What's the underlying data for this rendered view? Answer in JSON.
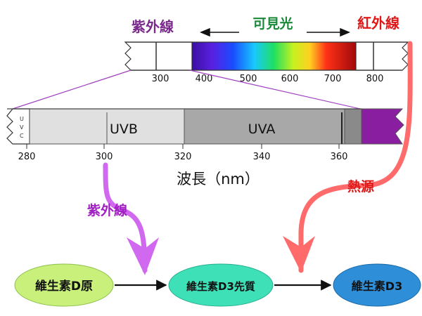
{
  "spectrum": {
    "uv_label": "紫外線",
    "visible_label": "可見光",
    "ir_label": "紅外線",
    "ticks": [
      "300",
      "400",
      "500",
      "600",
      "700",
      "800"
    ]
  },
  "uv_detail": {
    "uvb_label": "UVB",
    "uva_label": "UVA",
    "uvc_marks": [
      "U",
      "V",
      "C"
    ],
    "ticks": [
      "280",
      "300",
      "320",
      "340",
      "360"
    ],
    "axis_title": "波長（nm）"
  },
  "pathway": {
    "uv_arrow_label": "紫外線",
    "heat_arrow_label": "熱源",
    "nodes": [
      "維生素D原",
      "維生素D3先質",
      "維生素D3"
    ]
  },
  "colors": {
    "uv": "#7a2a8a",
    "visible": "#1a8a3a",
    "ir": "#e01818",
    "uv_arrow": "#d068f0",
    "heat_arrow": "#ff6a6a",
    "node_green": "#c8f07a",
    "node_teal": "#3ee0b8",
    "node_blue": "#2e8fd8"
  }
}
